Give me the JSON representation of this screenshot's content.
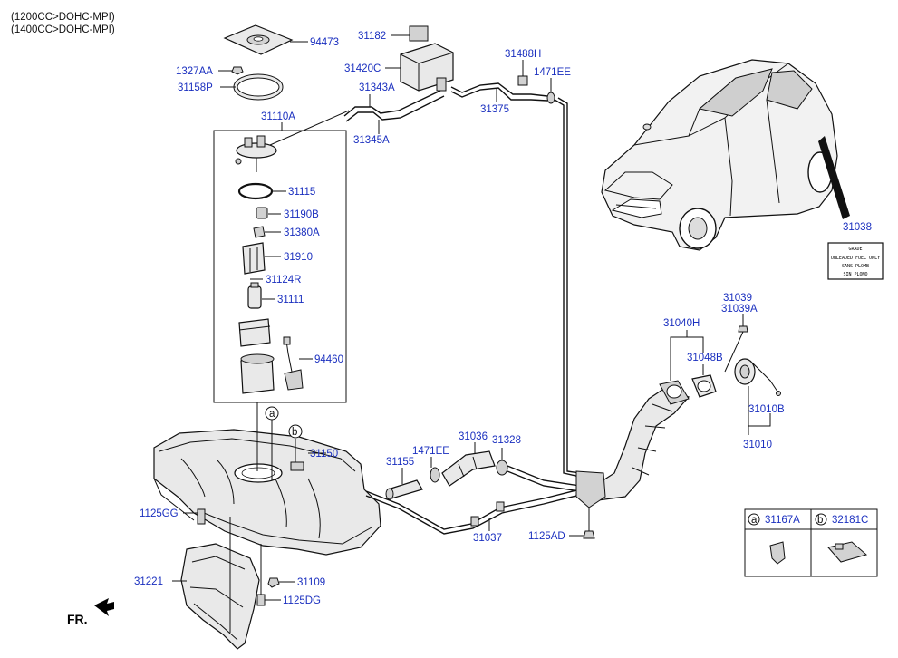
{
  "header": {
    "line1": "(1200CC>DOHC-MPI)",
    "line2": "(1400CC>DOHC-MPI)"
  },
  "callouts": {
    "p94473": "94473",
    "p1327AA": "1327AA",
    "p31158P": "31158P",
    "p31182": "31182",
    "p31420C": "31420C",
    "p31343A": "31343A",
    "p31345A": "31345A",
    "p31488H": "31488H",
    "p1471EE_top": "1471EE",
    "p31375": "31375",
    "p31110A": "31110A",
    "p31115": "31115",
    "p31190B": "31190B",
    "p31380A": "31380A",
    "p31910": "31910",
    "p31124R": "31124R",
    "p31111": "31111",
    "p94460": "94460",
    "p31038": "31038",
    "p31039": "31039",
    "p31039A": "31039A",
    "p31040H": "31040H",
    "p31048B": "31048B",
    "p31010B": "31010B",
    "p31010": "31010",
    "p31150": "31150",
    "p31155": "31155",
    "p1471EE_mid": "1471EE",
    "p31036": "31036",
    "p31328": "31328",
    "p1125GG": "1125GG",
    "p31037": "31037",
    "p1125AD": "1125AD",
    "p31221": "31221",
    "p31109": "31109",
    "p1125DG": "1125DG"
  },
  "markers": {
    "a": "a",
    "b": "b"
  },
  "legend": {
    "a_marker": "a",
    "a_part": "31167A",
    "b_marker": "b",
    "b_part": "32181C"
  },
  "direction_label": "FR.",
  "fuel_label": {
    "lines": [
      "GRADE",
      "UNLEADED FUEL ONLY",
      "SANS PLOMB",
      "SIN PLOMO"
    ]
  },
  "colors": {
    "callout": "#1a2fbf",
    "line": "#111111",
    "part_fill": "#e9e9e9"
  }
}
